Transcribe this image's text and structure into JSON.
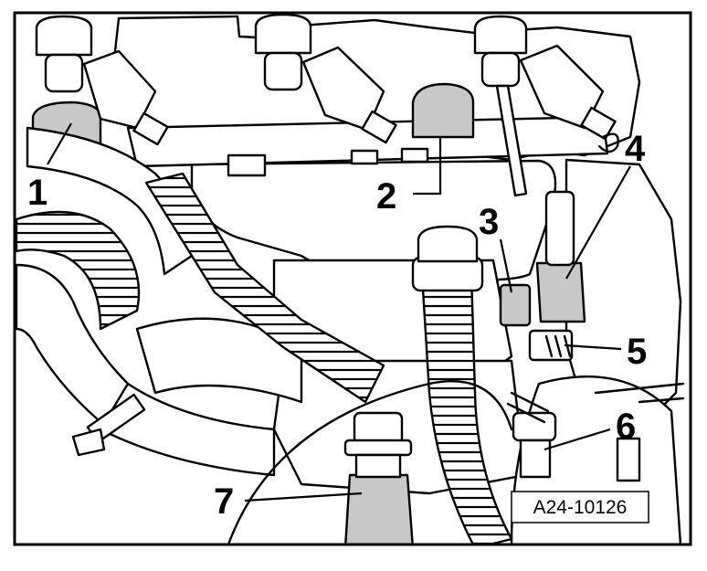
{
  "figure": {
    "reference_code": "A24-10126",
    "callouts": [
      {
        "id": "1",
        "label": "1"
      },
      {
        "id": "2",
        "label": "2"
      },
      {
        "id": "3",
        "label": "3"
      },
      {
        "id": "4",
        "label": "4"
      },
      {
        "id": "5",
        "label": "5"
      },
      {
        "id": "6",
        "label": "6"
      },
      {
        "id": "7",
        "label": "7"
      }
    ],
    "colors": {
      "line": "#000000",
      "highlight": "#c8c8c8",
      "background": "#ffffff"
    }
  }
}
